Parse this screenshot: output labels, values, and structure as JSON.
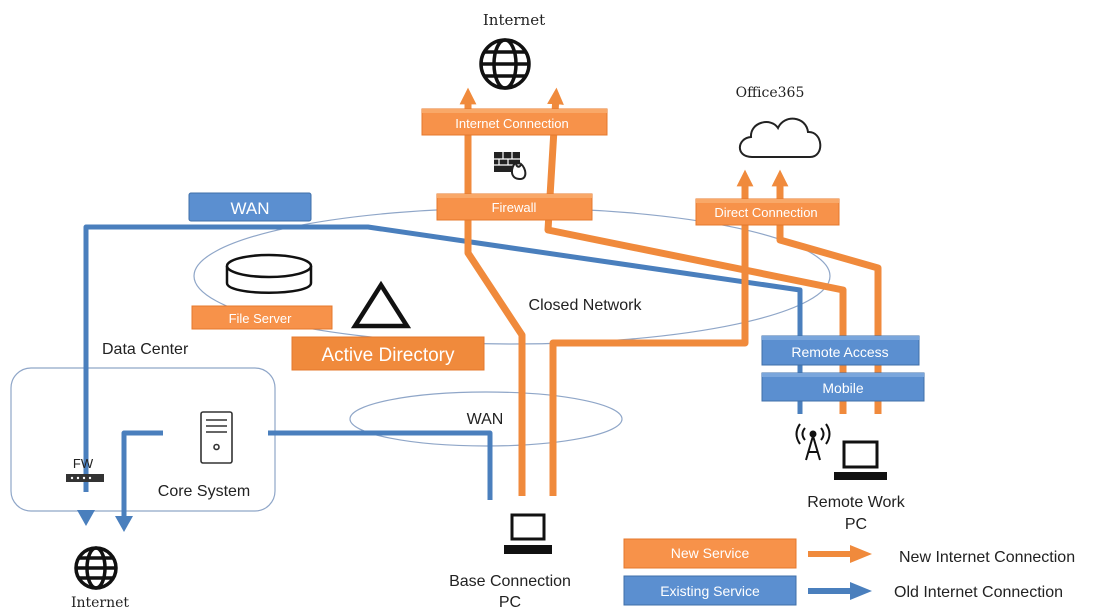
{
  "colors": {
    "new": "#f08a3c",
    "new_box": "#f7924a",
    "new_box_edge": "#e4782c",
    "existing": "#4a7fbd",
    "existing_box": "#5b8fd0",
    "outline": "#8fa6c8",
    "text": "#222222"
  },
  "top_internet": {
    "label": "Internet",
    "icon": "globe-icon"
  },
  "bottom_internet": {
    "label": "Internet",
    "icon": "globe-icon"
  },
  "office365": {
    "label": "Office365",
    "icon": "cloud-icon"
  },
  "boxes": {
    "internet_connection": "Internet Connection",
    "firewall": "Firewall",
    "direct_connection": "Direct Connection",
    "wan_top": "WAN",
    "file_server": "File Server",
    "active_directory": "Active Directory",
    "remote_access": "Remote Access",
    "mobile": "Mobile"
  },
  "labels": {
    "closed_network": "Closed Network",
    "data_center": "Data Center",
    "wan_bottom": "WAN",
    "core_system": "Core System",
    "fw": "FW",
    "base_pc_line1": "Base Connection",
    "base_pc_line2": "PC",
    "remote_pc_line1": "Remote Work",
    "remote_pc_line2": "PC"
  },
  "legend": {
    "new_service": "New Service",
    "existing_service": "Existing Service",
    "new_connection": "New Internet Connection",
    "old_connection": "Old Internet Connection"
  },
  "icons": [
    "globe-icon",
    "cloud-icon",
    "firewall-icon",
    "database-icon",
    "triangle-icon",
    "server-icon",
    "router-icon",
    "antenna-icon",
    "laptop-icon"
  ]
}
